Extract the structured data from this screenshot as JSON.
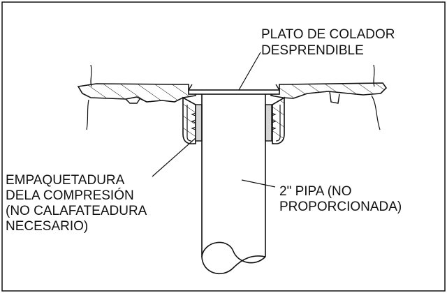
{
  "labels": {
    "strainer_plate": [
      "PLATO DE COLADOR",
      "DESPRENDIBLE"
    ],
    "gasket": [
      "EMPAQUETADURA",
      "DELA COMPRESIÓN",
      "(NO CALAFATEADURA",
      "NECESARIO)"
    ],
    "pipe": [
      "2\" PIPA (NO",
      "PROPORCIONADA)"
    ]
  },
  "colors": {
    "line": "#111111",
    "gasket_fill": "#d6d6d6",
    "background": "#ffffff"
  }
}
